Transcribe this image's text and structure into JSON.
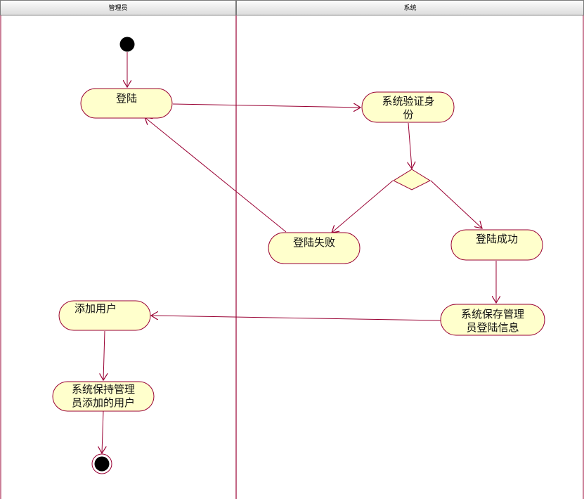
{
  "lanes": {
    "left": "管理员",
    "right": "系统"
  },
  "nodes": {
    "login": [
      "登陆"
    ],
    "verify": [
      "系统验证身",
      "份"
    ],
    "fail": [
      "登陆失败"
    ],
    "success": [
      "登陆成功"
    ],
    "save_info": [
      "系统保存管理",
      "员登陆信息"
    ],
    "add_user": [
      "添加用户"
    ],
    "save_user": [
      "系统保持管理",
      "员添加的用户"
    ]
  },
  "colors": {
    "node_fill": "#ffffcc",
    "node_stroke": "#990033",
    "edge": "#990033",
    "lane_divider": "#990033"
  }
}
